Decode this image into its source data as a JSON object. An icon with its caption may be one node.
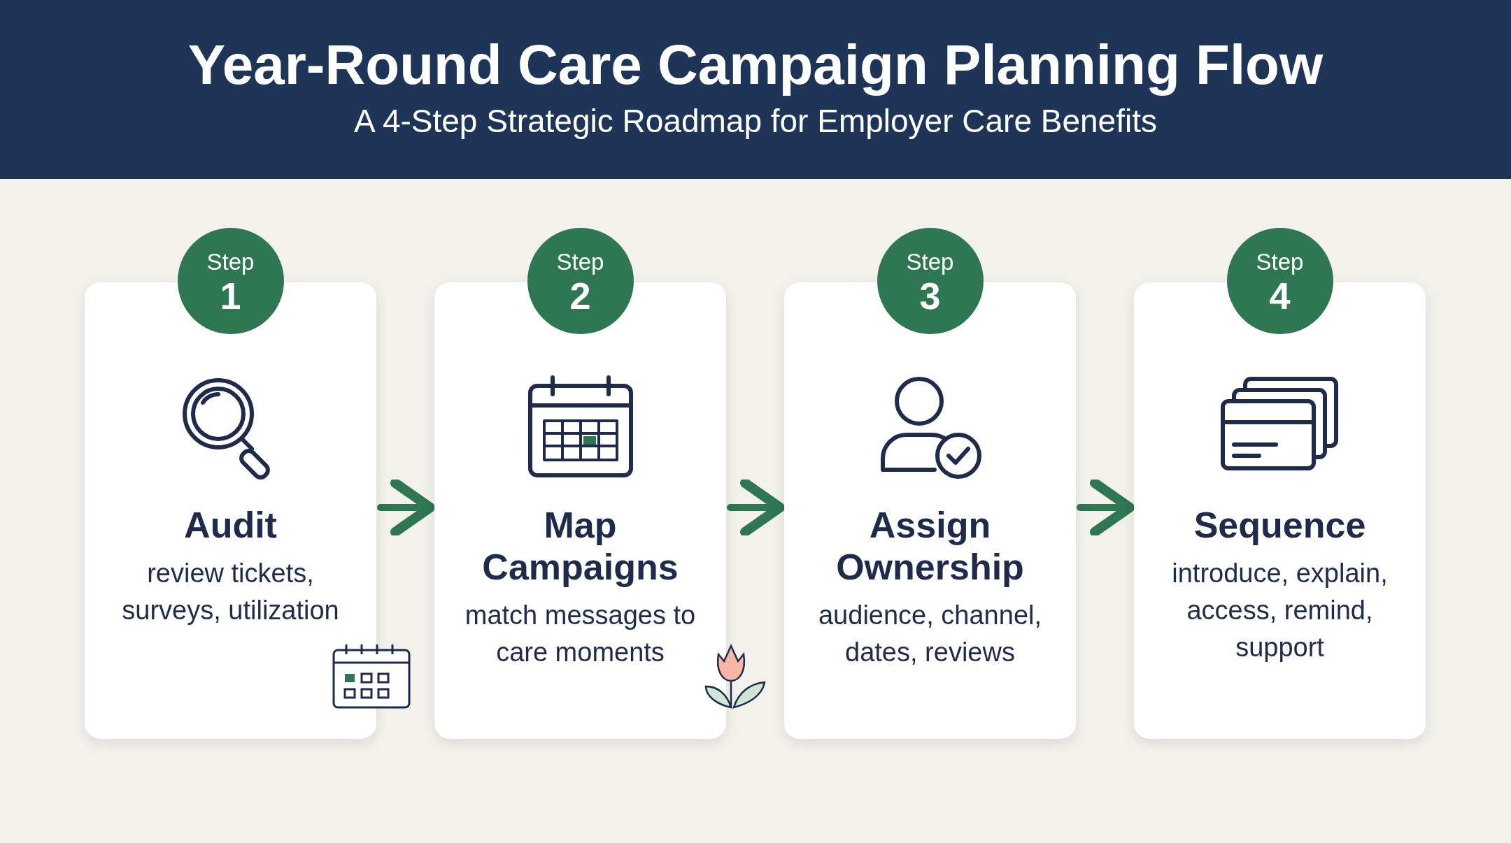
{
  "diagram": {
    "title": "Year-Round Care Campaign Planning Flow",
    "caption": "A 4-Step Strategic Roadmap for Employer Care Benefits",
    "nodes": [
      {
        "text": [
          "Step",
          "1"
        ]
      },
      {
        "text": [
          "Audit",
          "review tickets, surveys, utilization"
        ]
      },
      {
        "text": [
          "Step",
          "2"
        ]
      },
      {
        "text": [
          "Map Campaigns",
          "match messages to care moments"
        ]
      },
      {
        "text": [
          "Step",
          "3"
        ]
      },
      {
        "text": [
          "Assign Ownership",
          "audience, channel, dates, reviews"
        ]
      },
      {
        "text": [
          "Step",
          "4"
        ]
      },
      {
        "text": [
          "Sequence",
          "introduce, explain, access, remind, support"
        ]
      }
    ],
    "edges": [
      {
        "from": 1,
        "to": 3,
        "arrow": "to"
      },
      {
        "from": 3,
        "to": 5,
        "arrow": "to"
      },
      {
        "from": 5,
        "to": 7,
        "arrow": "to"
      }
    ]
  }
}
